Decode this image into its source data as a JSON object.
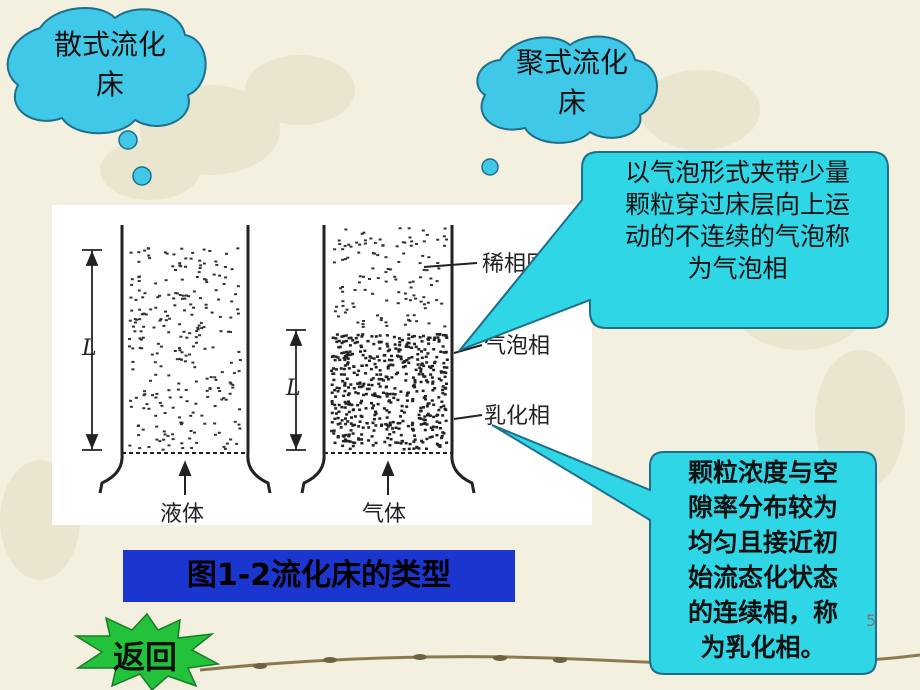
{
  "clouds": {
    "left": {
      "line1": "散式流化",
      "line2": "床"
    },
    "right": {
      "line1": "聚式流化",
      "line2": "床"
    }
  },
  "figure": {
    "left_bed_bottom_label": "液体",
    "right_bed_bottom_label": "气体",
    "label_dilute": "稀相区",
    "label_bubble": "气泡相",
    "label_emulsion": "乳化相",
    "height_label_left": "L",
    "height_label_right": "L"
  },
  "callouts": {
    "bubble_phase": {
      "lines": [
        "以气泡形式夹带少量",
        "颗粒穿过床层向上运",
        "动的不连续的气泡称",
        "为气泡相"
      ]
    },
    "emulsion_phase": {
      "lines": [
        "颗粒浓度与空",
        "隙率分布较为",
        "均匀且接近初",
        "始流态化状态",
        "的连续相，称",
        "为乳化相。"
      ]
    }
  },
  "caption": "图1-2流化床的类型",
  "slide_number": "5",
  "back_button": "返回",
  "colors": {
    "cloud_fill": "#40c8e8",
    "callout_fill": "#2fd6e6",
    "caption_bg": "#1b35cf",
    "back_star": "#22c23a"
  }
}
